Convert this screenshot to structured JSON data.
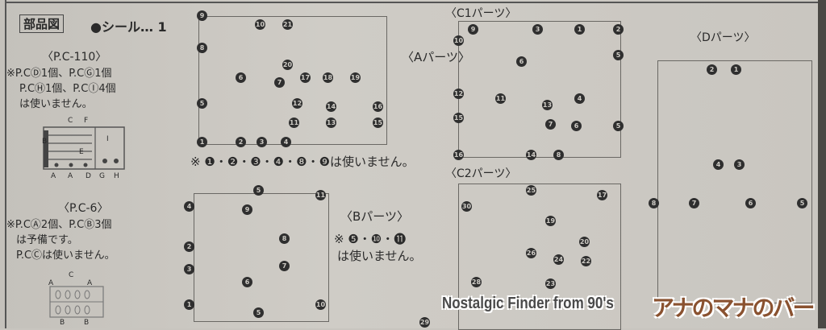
{
  "header": {
    "section_label": "部品図",
    "sticker_note": "●シール… 1"
  },
  "pc110": {
    "title": "〈P.C-110〉",
    "note_lines": [
      "※P.CⒹ1個、P.CⒼ1個",
      "P.CⒽ1個、P.CⒾ4個",
      "は使いません。"
    ],
    "part_letters_top": [
      "C",
      "F"
    ],
    "part_letters_mid": [
      "B",
      "E",
      "I"
    ],
    "part_letters_bottom": [
      "A",
      "A",
      "D",
      "G",
      "H"
    ]
  },
  "pc6": {
    "title": "〈P.C-6〉",
    "note_lines": [
      "※P.CⒶ2個、P.CⒷ3個",
      "は予備です。",
      "P.CⒸは使いません。"
    ],
    "part_letters_top": [
      "A",
      "C",
      "A"
    ],
    "part_letters_bottom": [
      "B",
      "B"
    ]
  },
  "a_parts": {
    "title": "〈Aパーツ〉",
    "note": "※ ❶・❷・❸・❹・❽・❾は使いません。",
    "markers": [
      "9",
      "10",
      "21",
      "8",
      "6",
      "20",
      "7",
      "17",
      "18",
      "19",
      "5",
      "12",
      "14",
      "16",
      "11",
      "13",
      "15",
      "1",
      "2",
      "3",
      "4"
    ]
  },
  "b_parts": {
    "title": "〈Bパーツ〉",
    "note_lines": [
      "※ ❺・❿・⓫",
      "は使いません。"
    ],
    "markers": [
      "5",
      "11",
      "4",
      "9",
      "8",
      "2",
      "7",
      "3",
      "6",
      "1",
      "10",
      "5"
    ]
  },
  "c1_parts": {
    "title": "〈C1パーツ〉",
    "markers": [
      "9",
      "3",
      "1",
      "2",
      "10",
      "6",
      "5",
      "12",
      "11",
      "13",
      "4",
      "15",
      "7",
      "6",
      "16",
      "14",
      "8",
      "5"
    ]
  },
  "c2_parts": {
    "title": "〈C2パーツ〉",
    "markers": [
      "25",
      "30",
      "17",
      "19",
      "20",
      "26",
      "24",
      "22",
      "28",
      "23",
      "29"
    ]
  },
  "d_parts": {
    "title": "〈Dパーツ〉",
    "markers": [
      "2",
      "1",
      "4",
      "3",
      "8",
      "7",
      "6",
      "5"
    ]
  },
  "watermark": {
    "text": "Nostalgic Finder from 90's",
    "logo": "アナのマナのバー"
  },
  "colors": {
    "paper": "#c8c5bf",
    "ink": "#2a2a2a",
    "logo": "#8a5230"
  }
}
